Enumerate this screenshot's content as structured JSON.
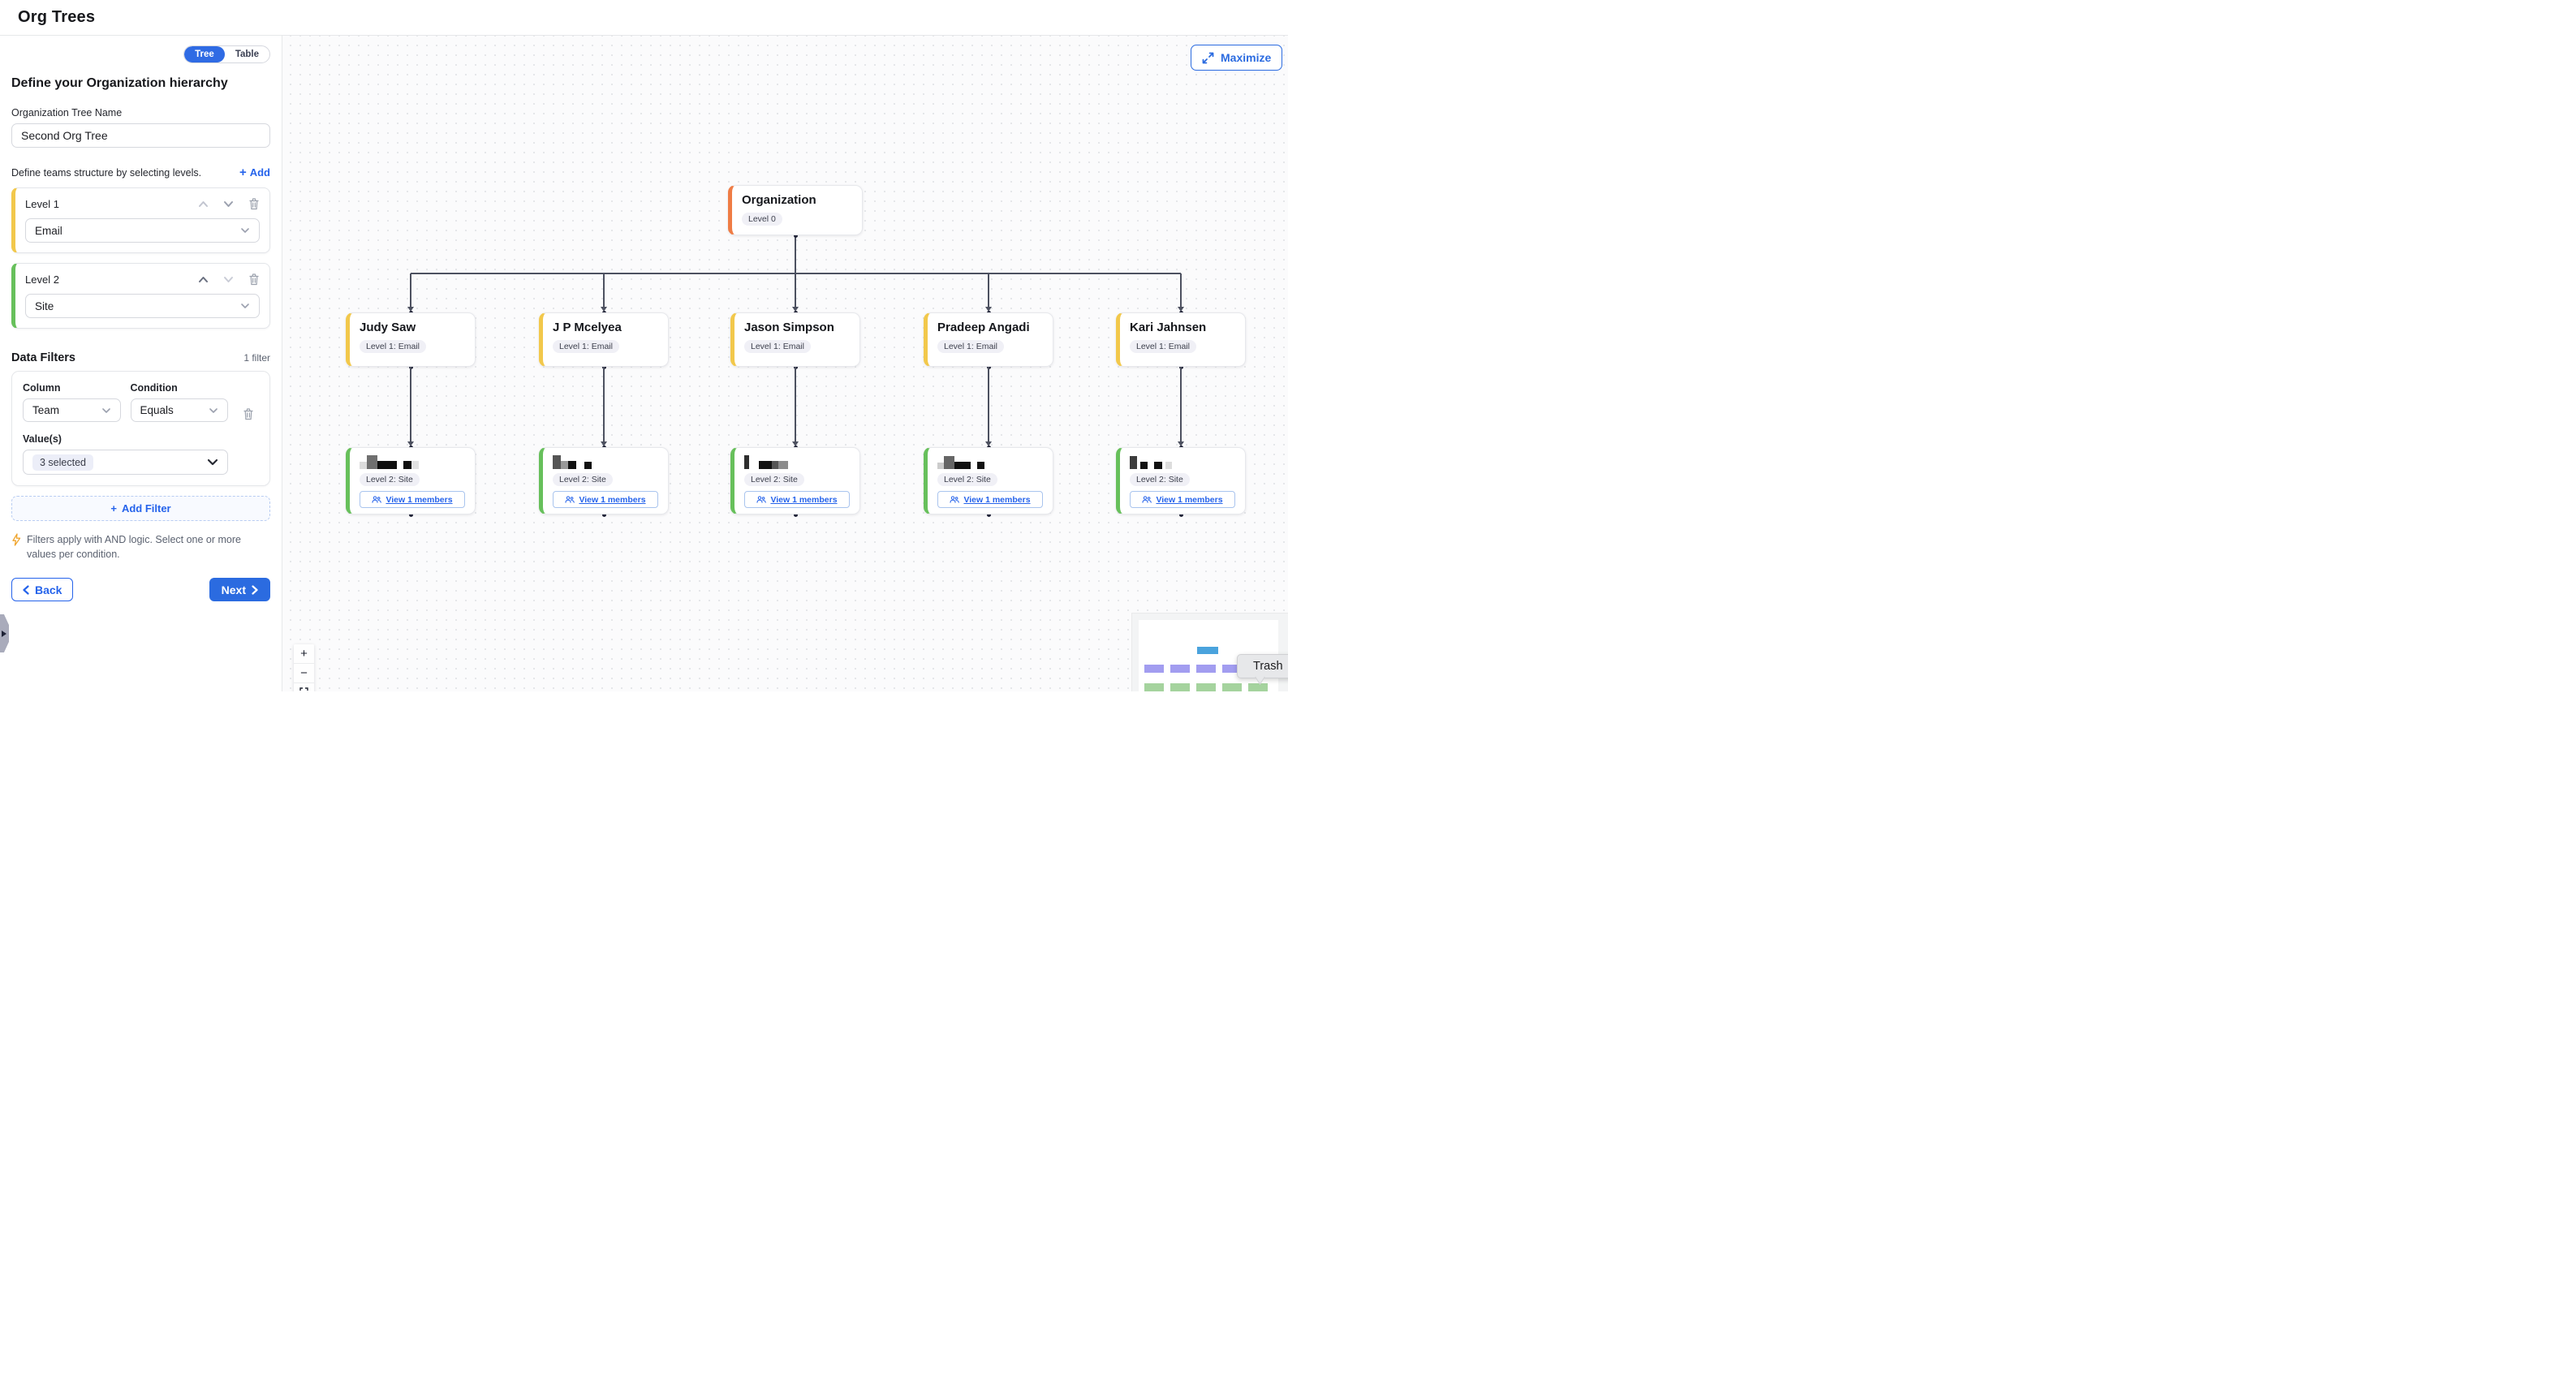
{
  "header": {
    "title": "Org Trees"
  },
  "sidebar": {
    "view_toggle": {
      "tree_label": "Tree",
      "table_label": "Table",
      "selected": "Tree"
    },
    "heading": "Define your Organization hierarchy",
    "tree_name": {
      "label": "Organization Tree Name",
      "value": "Second Org Tree"
    },
    "levels_section": {
      "description": "Define teams structure by selecting levels.",
      "add_label": "Add",
      "plus": "+"
    },
    "levels": [
      {
        "label": "Level 1",
        "value": "Email",
        "accent": "#f2c84b"
      },
      {
        "label": "Level 2",
        "value": "Site",
        "accent": "#67c05b"
      }
    ],
    "filters_section": {
      "title": "Data Filters",
      "count_label": "1 filter",
      "filter": {
        "column_label": "Column",
        "column_value": "Team",
        "condition_label": "Condition",
        "condition_value": "Equals",
        "values_label": "Value(s)",
        "values_value": "3 selected"
      },
      "add_filter_label": "Add Filter",
      "plus": "+",
      "hint": "Filters apply with AND logic. Select one or more values per condition."
    },
    "back_label": "Back",
    "next_label": "Next"
  },
  "canvas": {
    "maximize_label": "Maximize",
    "root": {
      "title": "Organization",
      "badge": "Level 0",
      "accent": "#ef7c45"
    },
    "level1_badge": "Level 1: Email",
    "level2_badge": "Level 2: Site",
    "members_label": "View 1 members",
    "columns": [
      {
        "name": "Judy Saw",
        "redacted_blocks": [
          {
            "w": 9,
            "h": 9,
            "c": "#dcdcdc"
          },
          {
            "w": 13,
            "h": 17,
            "c": "#6f6f6f"
          },
          {
            "w": 24,
            "h": 10,
            "c": "#0e0e0e"
          },
          {
            "w": 10,
            "h": 10,
            "c": "#0e0e0e",
            "ml": 8
          },
          {
            "w": 9,
            "h": 10,
            "c": "#e2e2e2"
          }
        ]
      },
      {
        "name": "J P Mcelyea",
        "redacted_blocks": [
          {
            "w": 10,
            "h": 17,
            "c": "#555555"
          },
          {
            "w": 9,
            "h": 10,
            "c": "#999999"
          },
          {
            "w": 10,
            "h": 10,
            "c": "#111111"
          },
          {
            "w": 9,
            "h": 9,
            "c": "#111111",
            "ml": 10
          }
        ]
      },
      {
        "name": "Jason Simpson",
        "redacted_blocks": [
          {
            "w": 6,
            "h": 17,
            "c": "#2e2e2e"
          },
          {
            "w": 16,
            "h": 10,
            "c": "#111111",
            "ml": 12
          },
          {
            "w": 8,
            "h": 10,
            "c": "#555555"
          },
          {
            "w": 12,
            "h": 10,
            "c": "#8c8c8c"
          }
        ]
      },
      {
        "name": "Pradeep Angadi",
        "redacted_blocks": [
          {
            "w": 8,
            "h": 8,
            "c": "#cccccc"
          },
          {
            "w": 13,
            "h": 16,
            "c": "#666666"
          },
          {
            "w": 20,
            "h": 9,
            "c": "#111111"
          },
          {
            "w": 9,
            "h": 9,
            "c": "#111111",
            "ml": 8
          }
        ]
      },
      {
        "name": "Kari Jahnsen",
        "redacted_blocks": [
          {
            "w": 9,
            "h": 16,
            "c": "#3d3d3d"
          },
          {
            "w": 9,
            "h": 9,
            "c": "#111111",
            "ml": 4
          },
          {
            "w": 10,
            "h": 9,
            "c": "#111111",
            "ml": 8
          },
          {
            "w": 8,
            "h": 9,
            "c": "#dddddd",
            "ml": 4
          }
        ]
      }
    ],
    "zoom_controls": {
      "zoom_in": "+",
      "zoom_out": "−"
    },
    "minimap": {
      "root_color": "#4aa3dd",
      "level1_color": "#a29df0",
      "level2_color": "#a5d39e"
    },
    "os_tooltip": "Trash"
  }
}
